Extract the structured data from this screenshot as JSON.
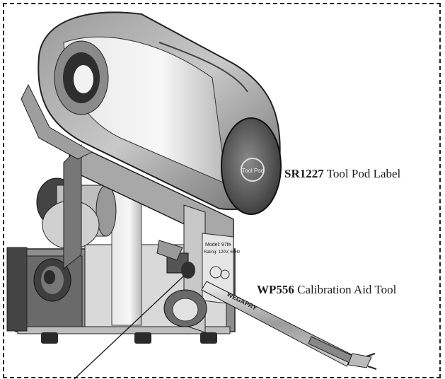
{
  "callouts": [
    {
      "code": "SR1227",
      "description": "Tool Pod Label"
    },
    {
      "code": "WP556",
      "description": "Calibration Aid Tool"
    }
  ],
  "device_label": {
    "model": "Model: 97fe",
    "rating": "Rating: 120V, 60Hz"
  },
  "tool_engraving": "WEGAPRY",
  "pod_badge": "Tool Pod"
}
